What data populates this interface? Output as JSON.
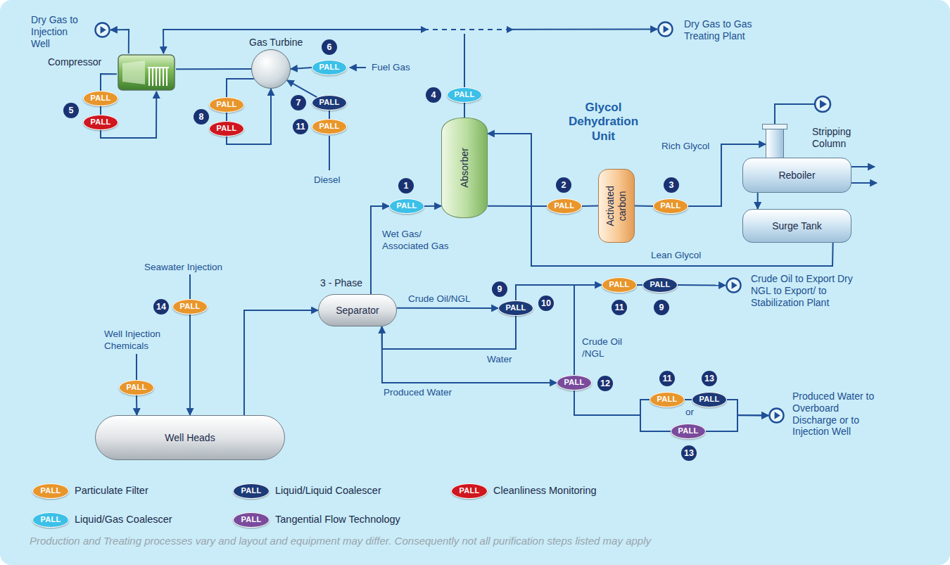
{
  "diagram": {
    "caption": "Production and Treating processes vary and layout and equipment may differ. Consequently not all purification steps listed may apply",
    "nodes": [
      {
        "text": [
          "Dry Gas to Injection Well"
        ]
      },
      {
        "text": [
          "Dry Gas to Gas Treating Plant"
        ]
      },
      {
        "text": [
          "Compressor"
        ]
      },
      {
        "text": [
          "Gas Turbine"
        ]
      },
      {
        "text": [
          "PALL"
        ]
      },
      {
        "text": [
          "PALL"
        ]
      },
      {
        "text": [
          "PALL"
        ]
      },
      {
        "text": [
          "PALL"
        ]
      },
      {
        "text": [
          "PALL"
        ]
      },
      {
        "text": [
          "PALL"
        ]
      },
      {
        "text": [
          "PALL"
        ]
      },
      {
        "text": [
          "PALL"
        ]
      },
      {
        "text": [
          "Absorber"
        ]
      },
      {
        "text": [
          "Stripping Column"
        ]
      },
      {
        "text": [
          "Reboiler"
        ]
      },
      {
        "text": [
          "Surge Tank"
        ]
      },
      {
        "text": [
          "PALL"
        ]
      },
      {
        "text": [
          "PALL"
        ]
      },
      {
        "text": [
          "Activated carbon"
        ]
      },
      {
        "text": [
          "PALL"
        ]
      },
      {
        "text": [
          "3 - Phase",
          "Separator"
        ]
      },
      {
        "text": [
          "PALL"
        ]
      },
      {
        "text": [
          "PALL"
        ]
      },
      {
        "text": [
          "PALL"
        ]
      },
      {
        "text": [
          "Crude Oil to Export Dry NGL to Export/ to Stabilization Plant"
        ]
      },
      {
        "text": [
          "PALL"
        ]
      },
      {
        "text": [
          "PALL"
        ]
      },
      {
        "text": [
          "PALL"
        ]
      },
      {
        "text": [
          "PALL"
        ]
      },
      {
        "text": [
          "Produced Water to Overboard Discharge or to Injection Well"
        ]
      },
      {
        "text": [
          "PALL"
        ]
      },
      {
        "text": [
          "PALL"
        ]
      },
      {
        "text": [
          "Well Heads"
        ]
      }
    ],
    "edges": [
      {
        "from": 20,
        "to": 16,
        "arrow": "to"
      },
      {
        "from": 16,
        "to": 12,
        "arrow": "to"
      },
      {
        "from": 12,
        "to": 5,
        "arrow": "none"
      },
      {
        "from": 5,
        "to": 1,
        "arrow": "to"
      },
      {
        "from": 5,
        "to": 2,
        "arrow": "to"
      },
      {
        "from": 2,
        "to": 0,
        "arrow": "to"
      },
      {
        "from": 2,
        "to": 6,
        "arrow": "none"
      },
      {
        "from": 6,
        "to": 7,
        "arrow": "none"
      },
      {
        "from": 7,
        "to": 2,
        "arrow": "to"
      },
      {
        "from": 3,
        "to": 2,
        "arrow": "none"
      },
      {
        "from": 3,
        "to": 8,
        "arrow": "none"
      },
      {
        "from": 8,
        "to": 9,
        "arrow": "none"
      },
      {
        "from": 9,
        "to": 3,
        "arrow": "to"
      },
      {
        "from": 4,
        "to": 3,
        "arrow": "to"
      },
      {
        "from": 10,
        "to": 3,
        "arrow": "to"
      },
      {
        "from": 11,
        "to": 10,
        "arrow": "none"
      },
      {
        "from": 12,
        "to": 17,
        "arrow": "none"
      },
      {
        "from": 17,
        "to": 18,
        "arrow": "none"
      },
      {
        "from": 18,
        "to": 19,
        "arrow": "none"
      },
      {
        "from": 19,
        "to": 13,
        "arrow": "to"
      },
      {
        "from": 14,
        "to": 15,
        "arrow": "to"
      },
      {
        "from": 15,
        "to": 12,
        "arrow": "to"
      },
      {
        "from": 20,
        "to": 21,
        "arrow": "to"
      },
      {
        "from": 21,
        "to": 20,
        "arrow": "to"
      },
      {
        "from": 21,
        "to": 22,
        "arrow": "none"
      },
      {
        "from": 22,
        "to": 23,
        "arrow": "none"
      },
      {
        "from": 23,
        "to": 24,
        "arrow": "to"
      },
      {
        "from": 20,
        "to": 25,
        "arrow": "to"
      },
      {
        "from": 25,
        "to": 22,
        "arrow": "to"
      },
      {
        "from": 25,
        "to": 26,
        "arrow": "none"
      },
      {
        "from": 25,
        "to": 28,
        "arrow": "none"
      },
      {
        "from": 26,
        "to": 27,
        "arrow": "none"
      },
      {
        "from": 27,
        "to": 29,
        "arrow": "to"
      },
      {
        "from": 28,
        "to": 29,
        "arrow": "to"
      },
      {
        "from": 30,
        "to": 32,
        "arrow": "to"
      },
      {
        "from": 31,
        "to": 32,
        "arrow": "to"
      },
      {
        "from": 32,
        "to": 20,
        "arrow": "to"
      }
    ],
    "labels": [
      "Glycol Dehydration Unit",
      "Fuel Gas",
      "Diesel",
      "Rich Glycol",
      "Lean Glycol",
      "Wet Gas/ Associated Gas",
      "Crude Oil/NGL",
      "Water",
      "Crude Oil /NGL",
      "Produced Water",
      "Seawater Injection",
      "Well Injection Chemicals",
      "or",
      "1",
      "2",
      "3",
      "4",
      "5",
      "6",
      "7",
      "11",
      "8",
      "9",
      "10",
      "11",
      "9",
      "12",
      "11",
      "13",
      "13",
      "14",
      "PALL",
      "PALL",
      "PALL",
      "PALL",
      "PALL"
    ],
    "legend": [
      {
        "text": "Particulate Filter",
        "color": "#e8962b"
      },
      {
        "text": "Liquid/Liquid Coalescer",
        "color": "#1c3a78"
      },
      {
        "text": "Cleanliness Monitoring",
        "color": "#d0161e"
      },
      {
        "text": "Liquid/Gas Coalescer",
        "color": "#3cc0e8"
      },
      {
        "text": "Tangential Flow Technology",
        "color": "#7a4b9c"
      }
    ]
  }
}
